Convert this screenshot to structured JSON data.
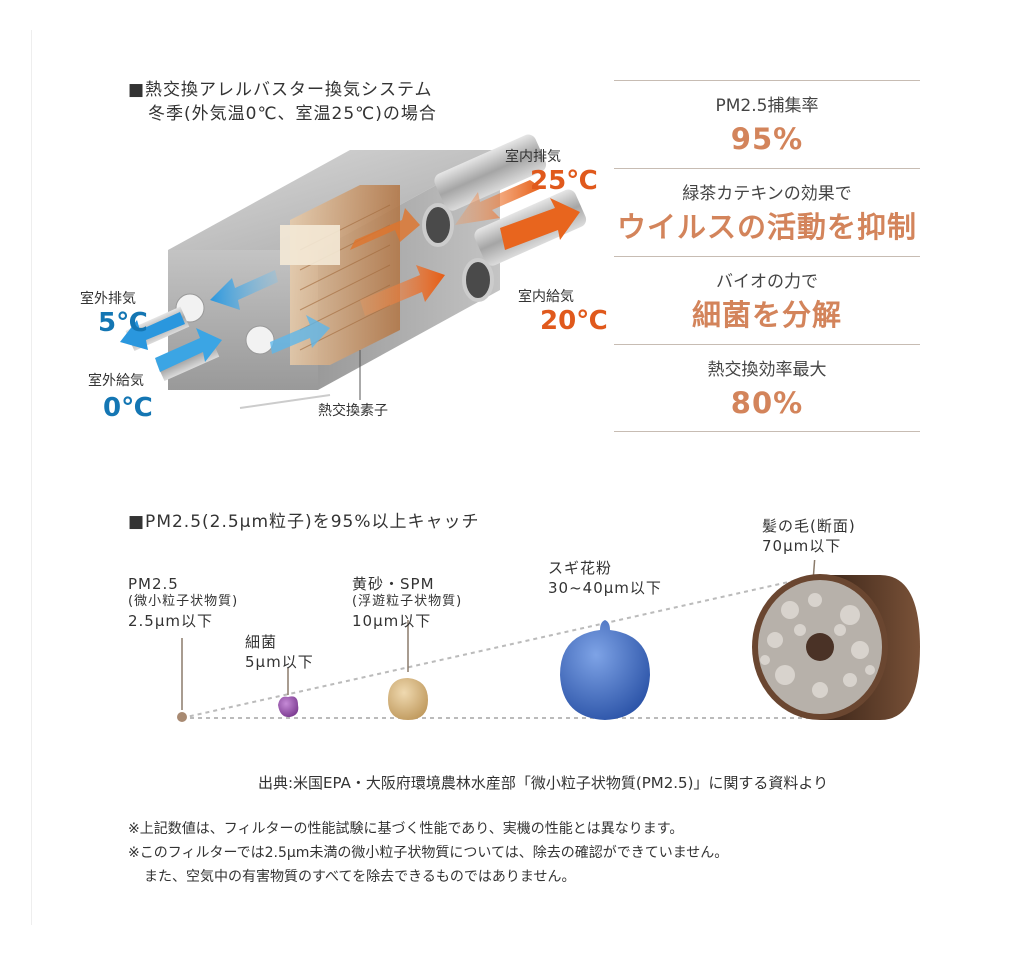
{
  "unit_section": {
    "title": "■熱交換アレルバスター換気システム",
    "subtitle": "冬季(外気温0℃、室温25℃)の場合"
  },
  "airflows": {
    "indoor_exhaust": {
      "label": "室内排気",
      "temp": "25℃"
    },
    "indoor_supply": {
      "label": "室内給気",
      "temp": "20℃"
    },
    "outdoor_exhaust": {
      "label": "室外排気",
      "temp": "5℃"
    },
    "outdoor_supply": {
      "label": "室外給気",
      "temp": "0℃"
    },
    "element_label": "熱交換素子"
  },
  "stats": [
    {
      "label": "PM2.5捕集率",
      "value": "95%"
    },
    {
      "label": "緑茶カテキンの効果で",
      "value": "ウイルスの活動を抑制"
    },
    {
      "label": "バイオの力で",
      "value": "細菌を分解"
    },
    {
      "label": "熱交換効率最大",
      "value": "80%"
    }
  ],
  "particle_section": {
    "title": "■PM2.5(2.5μm粒子)を95%以上キャッチ",
    "particles": [
      {
        "name": "PM2.5",
        "sub": "(微小粒子状物質)",
        "size": "2.5μm以下",
        "color": "#a88a72"
      },
      {
        "name": "細菌",
        "sub": "",
        "size": "5μm以下",
        "color": "#8e4fa3"
      },
      {
        "name": "黄砂・SPM",
        "sub": "(浮遊粒子状物質)",
        "size": "10μm以下",
        "color": "#d8bc8a"
      },
      {
        "name": "スギ花粉",
        "sub": "",
        "size": "30~40μm以下",
        "color": "#3d6cbf"
      },
      {
        "name": "髪の毛(断面)",
        "sub": "",
        "size": "70μm以下",
        "color": "#5a3a28"
      }
    ]
  },
  "source": "出典:米国EPA・大阪府環境農林水産部「微小粒子状物質(PM2.5)」に関する資料より",
  "notes": [
    "※上記数値は、フィルターの性能試験に基づく性能であり、実機の性能とは異なります。",
    "※このフィルターでは2.5μm未満の微小粒子状物質については、除去の確認ができていません。",
    "また、空気中の有害物質のすべてを除去できるものではありません。"
  ]
}
